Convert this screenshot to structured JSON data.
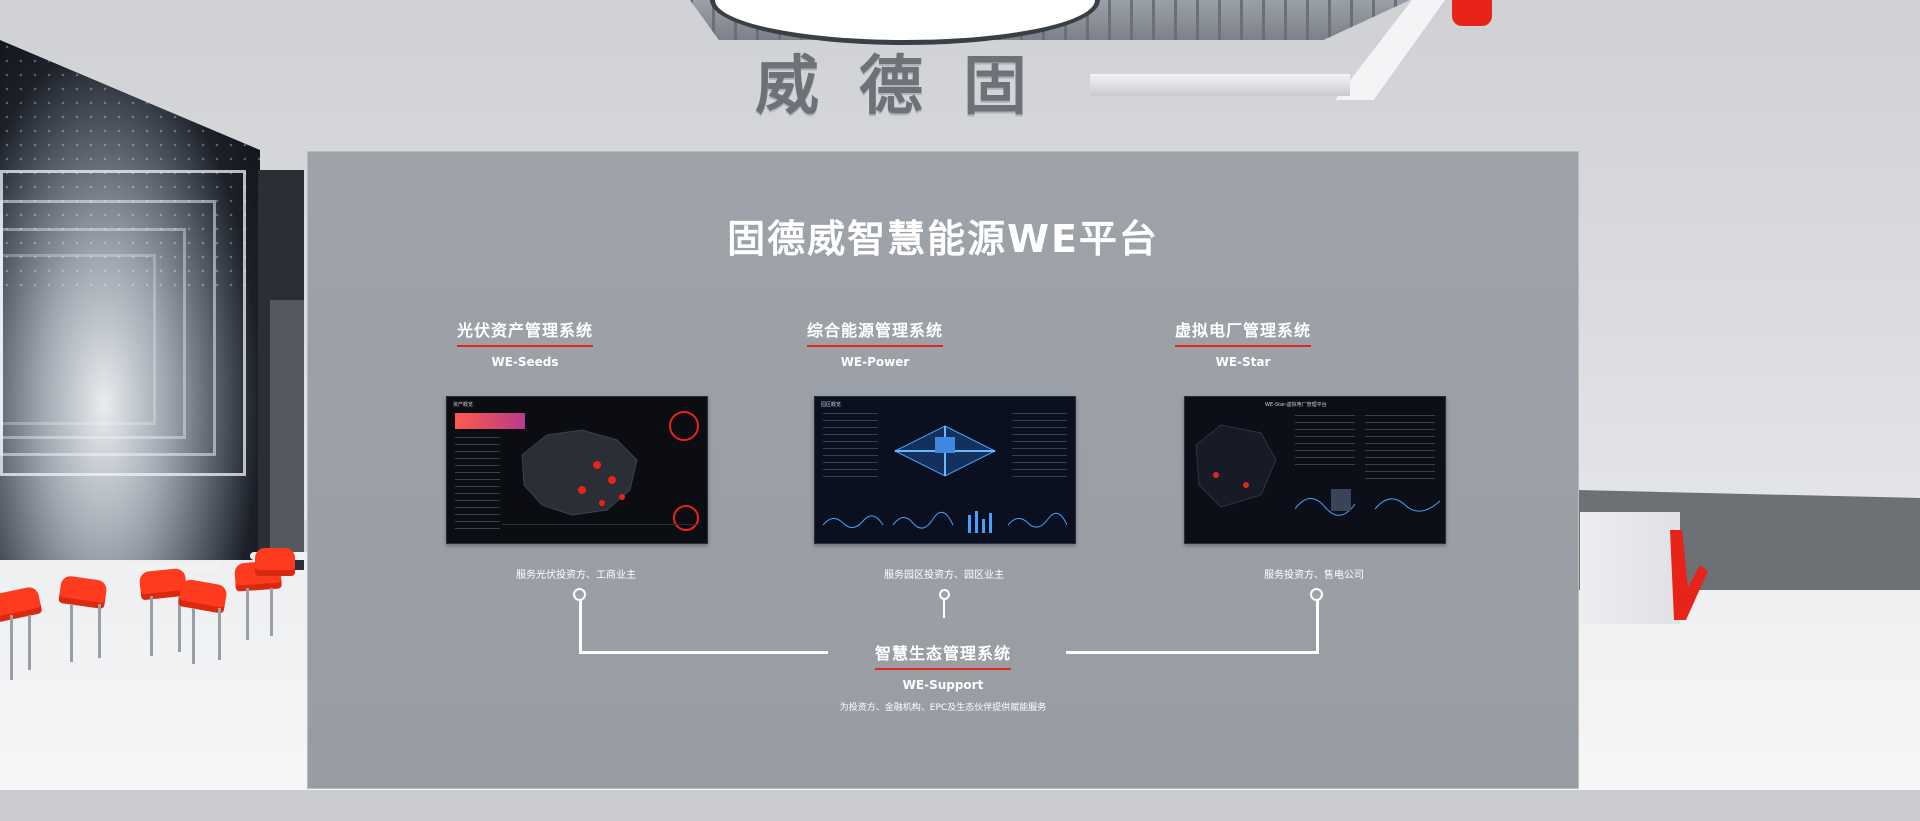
{
  "brand_sign": [
    "威",
    "德",
    "固"
  ],
  "panel": {
    "title": "固德威智慧能源WE平台",
    "systems": [
      {
        "title": "光伏资产管理系统",
        "en": "WE-Seeds",
        "description": "服务光伏投资方、工商业主",
        "screen_header": "资产概览"
      },
      {
        "title": "综合能源管理系统",
        "en": "WE-Power",
        "description": "服务园区投资方、园区业主",
        "screen_header": "园区概览"
      },
      {
        "title": "虚拟电厂管理系统",
        "en": "WE-Star",
        "description": "服务投资方、售电公司",
        "screen_header": "WE-Star-虚拟电厂管理平台"
      }
    ],
    "bottom_system": {
      "title": "智慧生态管理系统",
      "en": "WE-Support",
      "description": "为投资方、金融机构、EPC及生态伙伴提供赋能服务"
    }
  },
  "colors": {
    "accent_red": "#e8231a",
    "panel_gray": "#9ea3aa",
    "chair_orange": "#ff3b1f"
  }
}
